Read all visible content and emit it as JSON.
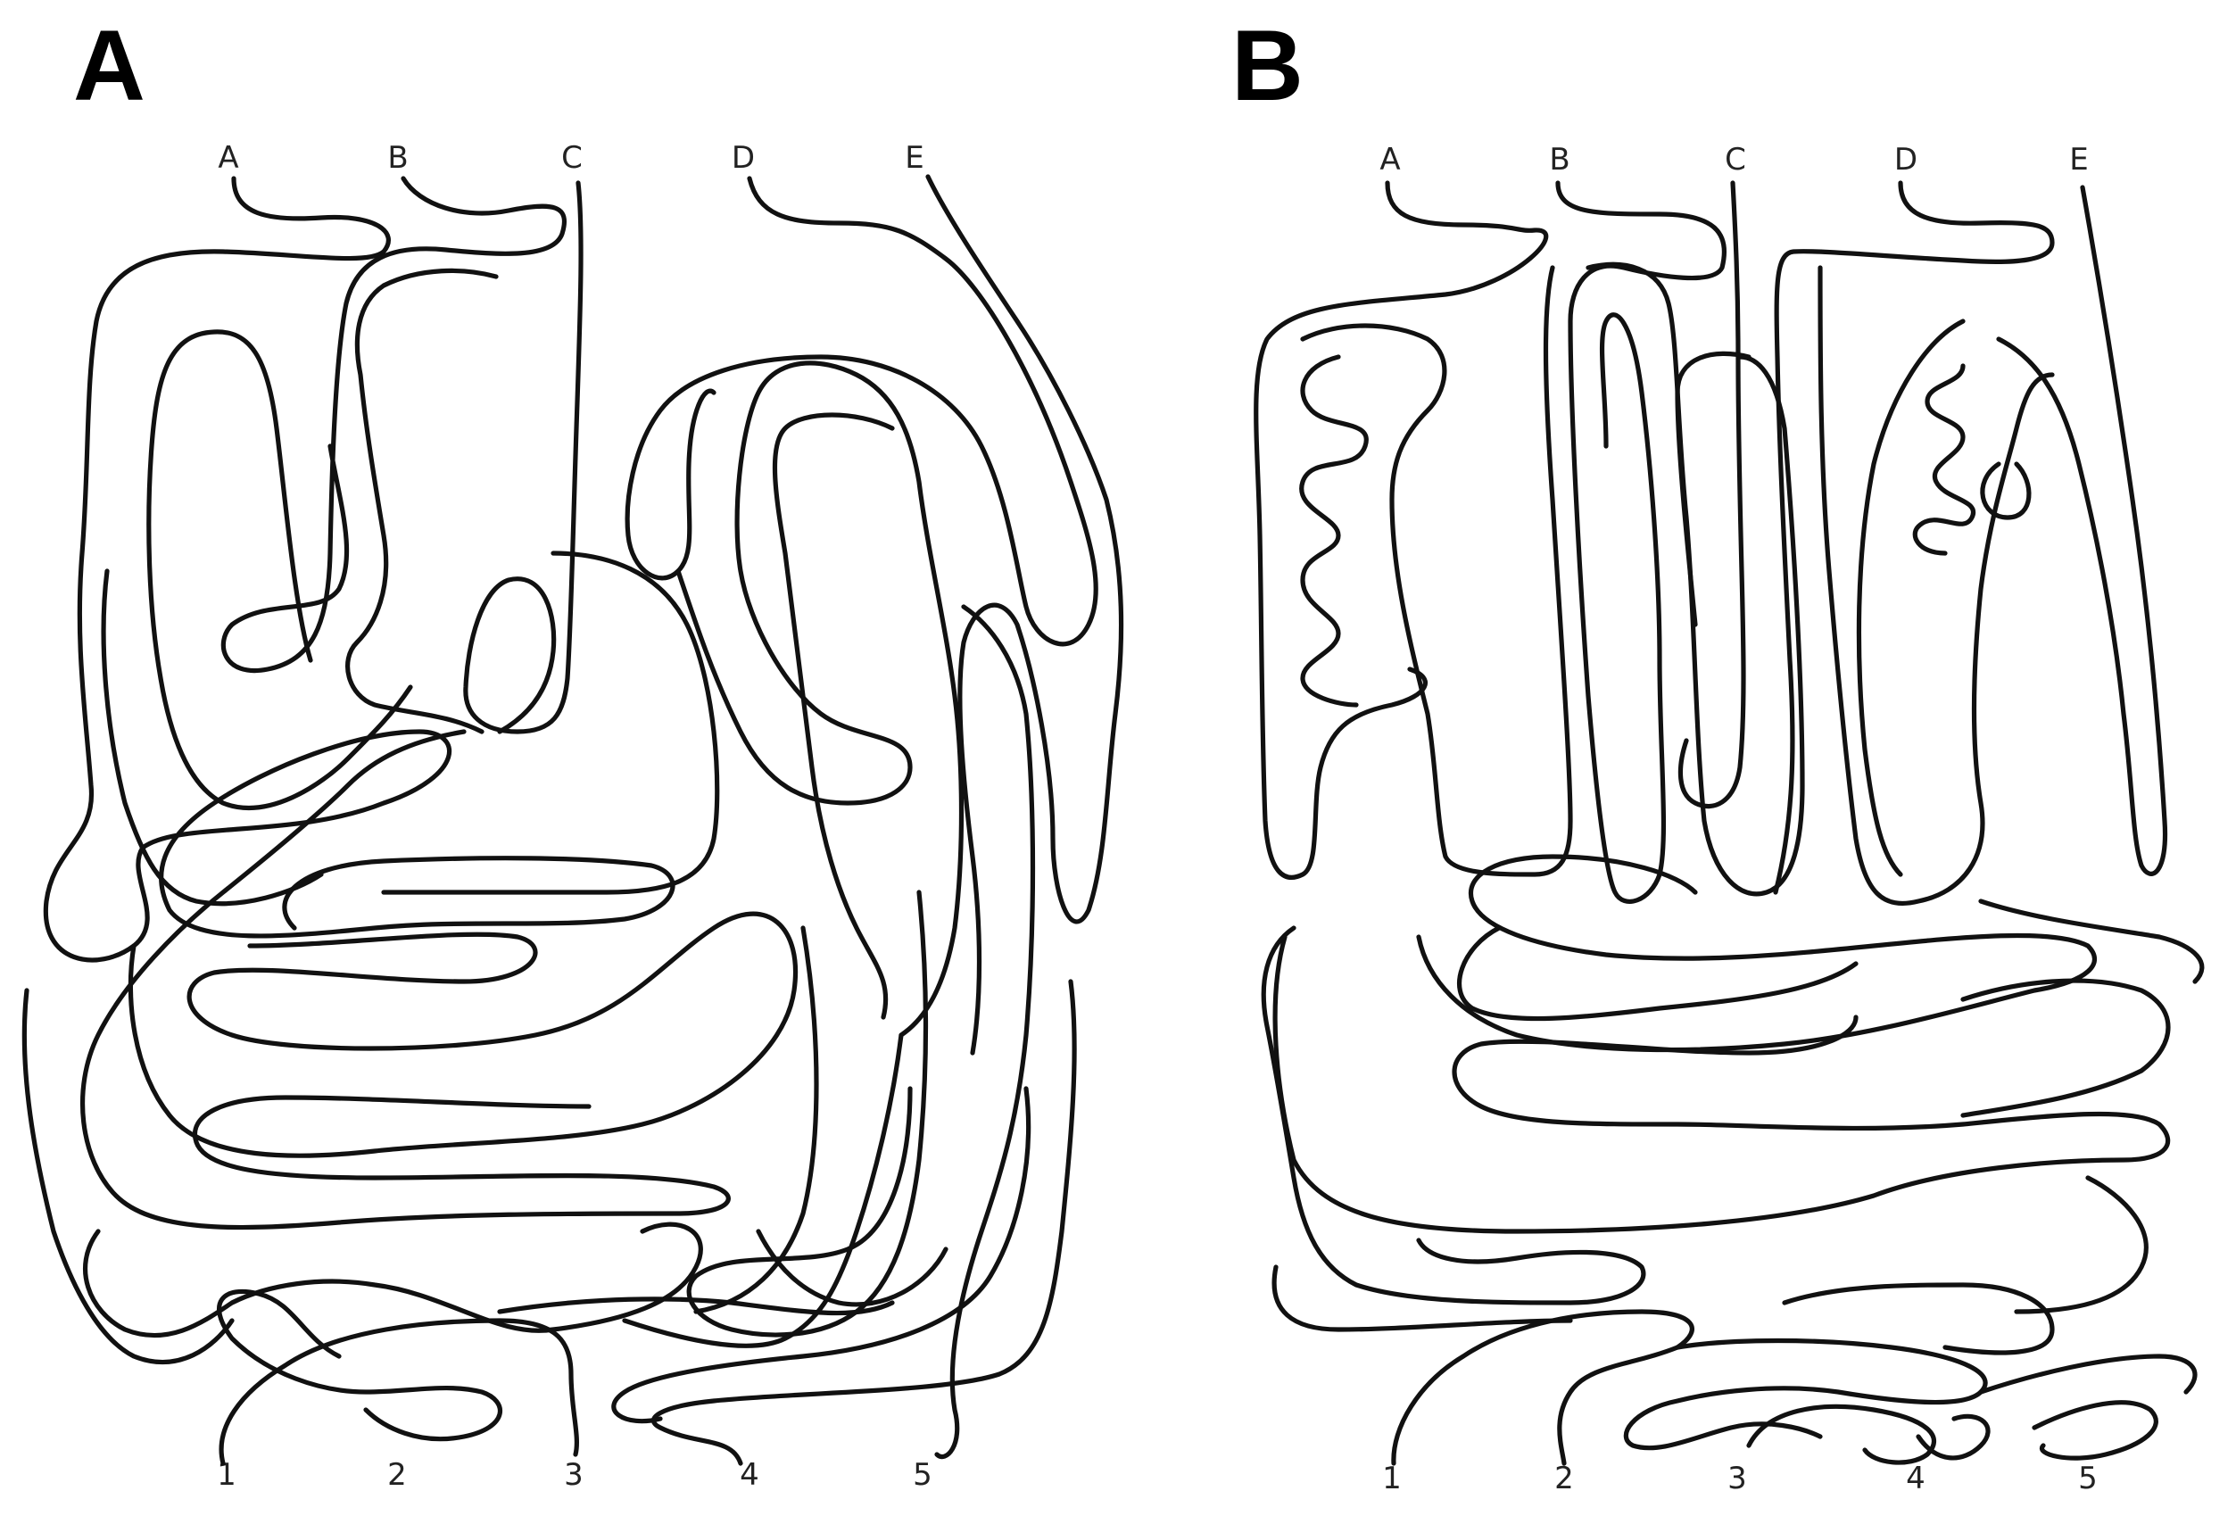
{
  "panels": [
    {
      "id": "A",
      "letter": "A",
      "top_labels": [
        "A",
        "B",
        "C",
        "D",
        "E"
      ],
      "bottom_labels": [
        "1",
        "2",
        "3",
        "4",
        "5"
      ]
    },
    {
      "id": "B",
      "letter": "B",
      "top_labels": [
        "A",
        "B",
        "C",
        "D",
        "E"
      ],
      "bottom_labels": [
        "1",
        "2",
        "3",
        "4",
        "5"
      ]
    }
  ],
  "colors": {
    "line": "#111111",
    "background": "#ffffff"
  }
}
